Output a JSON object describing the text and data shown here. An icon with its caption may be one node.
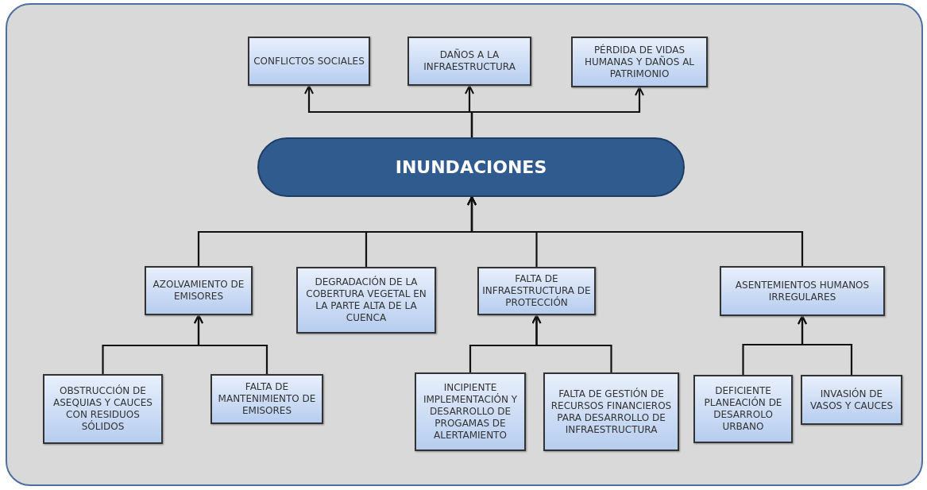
{
  "diagram": {
    "nodes": [
      {
        "text": [
          "CONFLICTOS SOCIALES"
        ]
      },
      {
        "text": [
          "DAÑOS A LA INFRAESTRUCTURA"
        ]
      },
      {
        "text": [
          "PÉRDIDA DE VIDAS HUMANAS Y DAÑOS AL PATRIMONIO"
        ]
      },
      {
        "text": [
          "INUNDACIONES"
        ]
      },
      {
        "text": [
          "AZOLVAMIENTO DE EMISORES"
        ]
      },
      {
        "text": [
          "DEGRADACIÓN DE LA COBERTURA VEGETAL EN LA PARTE ALTA DE LA CUENCA"
        ]
      },
      {
        "text": [
          "FALTA DE INFRAESTRUCTURA DE PROTECCIÓN"
        ]
      },
      {
        "text": [
          "ASENTEMIENTOS HUMANOS IRREGULARES"
        ]
      },
      {
        "text": [
          "OBSTRUCCIÓN DE ASEQUIAS Y CAUCES CON RESIDUOS SÓLIDOS"
        ]
      },
      {
        "text": [
          "FALTA DE MANTENIMIENTO DE EMISORES"
        ]
      },
      {
        "text": [
          "INCIPIENTE IMPLEMENTACIÓN Y DESARROLLO DE PROGAMAS DE ALERTAMIENTO"
        ]
      },
      {
        "text": [
          "FALTA DE GESTIÓN DE RECURSOS FINANCIEROS PARA DESARROLLO DE INFRAESTRUCTURA"
        ]
      },
      {
        "text": [
          "DEFICIENTE PLANEACIÓN DE DESARROLO URBANO"
        ]
      },
      {
        "text": [
          "INVASIÓN DE VASOS Y CAUCES"
        ]
      }
    ],
    "edges": [
      {
        "from": 3,
        "to": 0,
        "arrow": "to"
      },
      {
        "from": 3,
        "to": 1,
        "arrow": "to"
      },
      {
        "from": 3,
        "to": 2,
        "arrow": "to"
      },
      {
        "from": 4,
        "to": 3,
        "arrow": "to"
      },
      {
        "from": 5,
        "to": 3,
        "arrow": "to"
      },
      {
        "from": 6,
        "to": 3,
        "arrow": "to"
      },
      {
        "from": 7,
        "to": 3,
        "arrow": "to"
      },
      {
        "from": 8,
        "to": 4,
        "arrow": "to"
      },
      {
        "from": 9,
        "to": 4,
        "arrow": "to"
      },
      {
        "from": 10,
        "to": 6,
        "arrow": "to"
      },
      {
        "from": 11,
        "to": 6,
        "arrow": "to"
      },
      {
        "from": 12,
        "to": 7,
        "arrow": "to"
      },
      {
        "from": 13,
        "to": 7,
        "arrow": "to"
      }
    ]
  }
}
